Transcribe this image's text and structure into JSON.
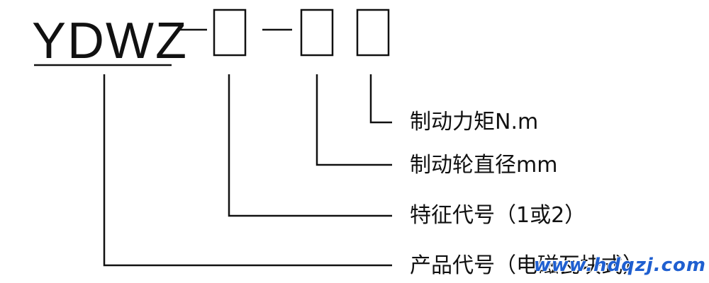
{
  "diagram": {
    "code": "YDWZ",
    "labels": [
      "制动力矩N.m",
      "制动轮直径mm",
      "特征代号（1或2）",
      "产品代号（电磁瓦块式）"
    ],
    "watermark": "www.hdqzj.com",
    "colors": {
      "ink": "#111111",
      "watermark": "#1f5fd0",
      "background": "#ffffff"
    }
  }
}
